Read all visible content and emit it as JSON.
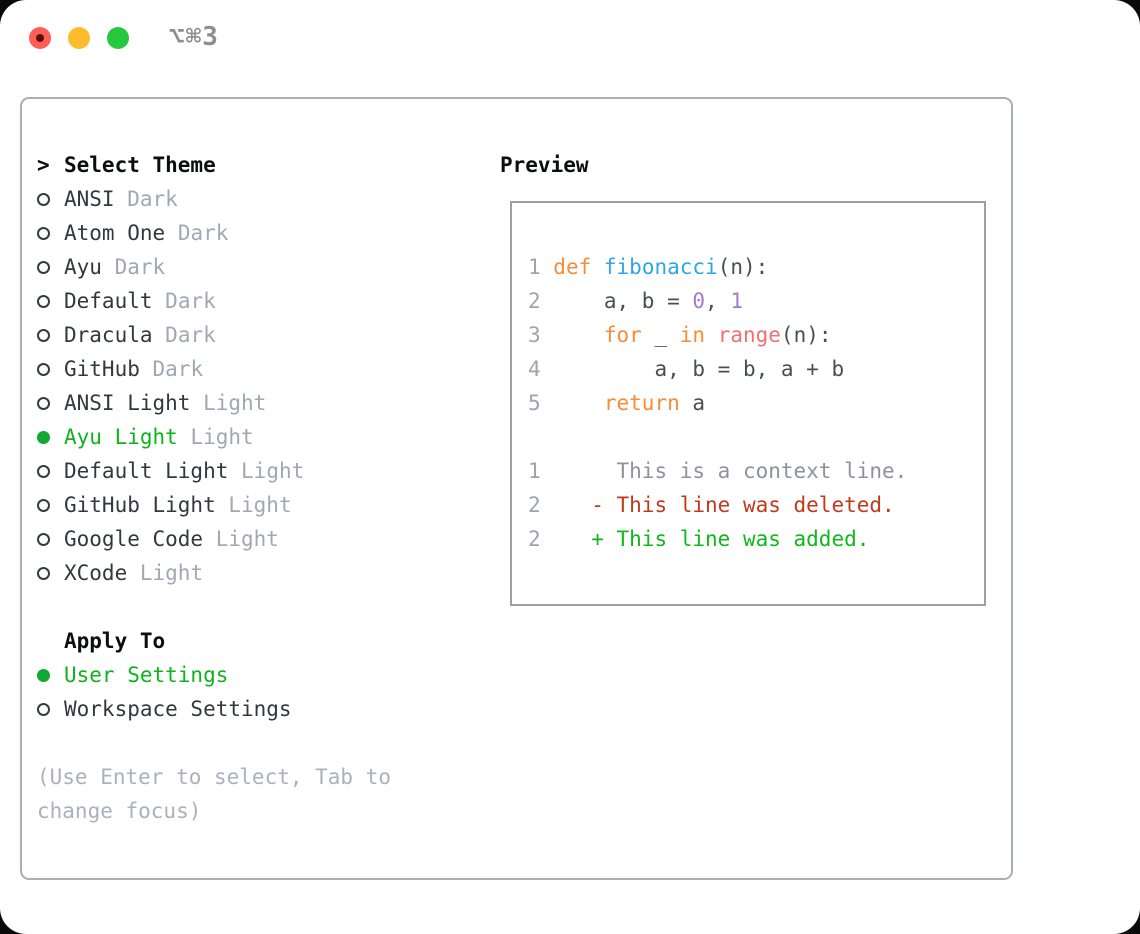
{
  "window": {
    "title": "⌥⌘3"
  },
  "theme_picker": {
    "cursor": ">",
    "title": "Select Theme",
    "items": [
      {
        "name": "ANSI",
        "variant": "Dark",
        "selected": false
      },
      {
        "name": "Atom One",
        "variant": "Dark",
        "selected": false
      },
      {
        "name": "Ayu",
        "variant": "Dark",
        "selected": false
      },
      {
        "name": "Default",
        "variant": "Dark",
        "selected": false
      },
      {
        "name": "Dracula",
        "variant": "Dark",
        "selected": false
      },
      {
        "name": "GitHub",
        "variant": "Dark",
        "selected": false
      },
      {
        "name": "ANSI Light",
        "variant": "Light",
        "selected": false
      },
      {
        "name": "Ayu Light",
        "variant": "Light",
        "selected": true
      },
      {
        "name": "Default Light",
        "variant": "Light",
        "selected": false
      },
      {
        "name": "GitHub Light",
        "variant": "Light",
        "selected": false
      },
      {
        "name": "Google Code",
        "variant": "Light",
        "selected": false
      },
      {
        "name": "XCode",
        "variant": "Light",
        "selected": false
      }
    ]
  },
  "apply_to": {
    "title": "Apply To",
    "options": [
      {
        "label": "User Settings",
        "selected": true
      },
      {
        "label": "Workspace Settings",
        "selected": false
      }
    ]
  },
  "help_text": "(Use Enter to select, Tab to change focus)",
  "preview": {
    "title": "Preview",
    "code_lines": [
      [
        [
          "ln",
          "1 "
        ],
        [
          "kw",
          "def"
        ],
        [
          "fg",
          " "
        ],
        [
          "fn",
          "fibonacci"
        ],
        [
          "fg",
          "(n):"
        ]
      ],
      [
        [
          "ln",
          "2 "
        ],
        [
          "fg",
          "    a, b = "
        ],
        [
          "num",
          "0"
        ],
        [
          "fg",
          ", "
        ],
        [
          "num",
          "1"
        ]
      ],
      [
        [
          "ln",
          "3 "
        ],
        [
          "fg",
          "    "
        ],
        [
          "kw",
          "for"
        ],
        [
          "fg",
          " _ "
        ],
        [
          "kw",
          "in"
        ],
        [
          "fg",
          " "
        ],
        [
          "bi",
          "range"
        ],
        [
          "fg",
          "(n):"
        ]
      ],
      [
        [
          "ln",
          "4 "
        ],
        [
          "fg",
          "        a, b = b, a + b"
        ]
      ],
      [
        [
          "ln",
          "5 "
        ],
        [
          "fg",
          "    "
        ],
        [
          "kw",
          "return"
        ],
        [
          "fg",
          " a"
        ]
      ],
      [],
      [
        [
          "ln",
          "1 "
        ],
        [
          "ctx",
          "     This is a context line."
        ]
      ],
      [
        [
          "ln",
          "2 "
        ],
        [
          "del",
          "   - This line was deleted."
        ]
      ],
      [
        [
          "ln",
          "2 "
        ],
        [
          "add",
          "   + This line was added."
        ]
      ]
    ]
  },
  "colors": {
    "accent_green": "#0EB41E",
    "selected_dot_green": "#12A834",
    "keyword_orange": "#F98C36",
    "function_blue": "#2FA6EA",
    "number_purple": "#A37ACC",
    "builtin_coral": "#F07171",
    "diff_red": "#C23A1C",
    "diff_green": "#0FB81C",
    "muted_gray": "#9FA8B4",
    "panel_border": "#A8AFB9",
    "traffic_red": "#FF5E56",
    "traffic_yellow": "#FEBB2D",
    "traffic_green": "#27C83F"
  }
}
